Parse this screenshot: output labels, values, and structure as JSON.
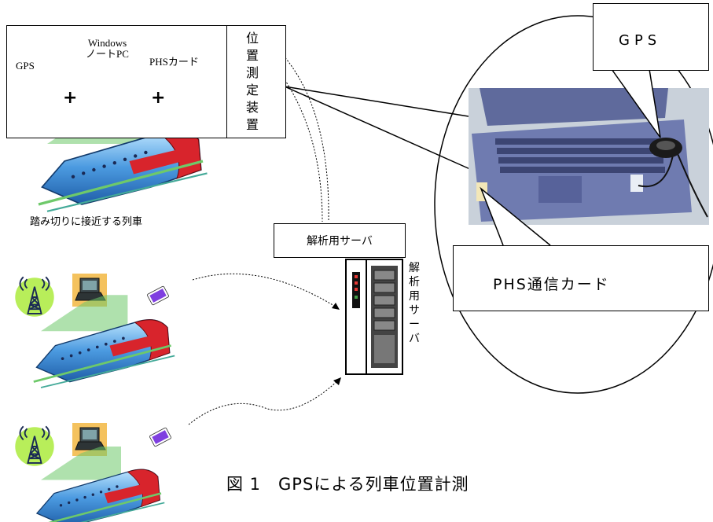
{
  "equipment_box": {
    "gps_label": "GPS",
    "windows_label_line1": "Windows",
    "windows_label_line2": "ノートPC",
    "phs_card_label": "PHSカード",
    "plus_1": "+",
    "plus_2": "+",
    "vertical_label_chars": [
      "位",
      "置",
      "測",
      "定",
      "装",
      "置"
    ]
  },
  "caption_crossing_train": "踏み切りに接近する列車",
  "server": {
    "label_box": "解析用サーバ",
    "vertical_label_chars": [
      "解",
      "析",
      "用",
      "サ",
      "ー",
      "バ"
    ]
  },
  "callouts": {
    "gps": "GPS",
    "phs_card": "PHS通信カード"
  },
  "figure_caption": "図 1　GPSによる列車位置計測",
  "colors": {
    "tower_glow": "#b8ee5a",
    "pc_backdrop": "#f4c25e",
    "card_purple": "#7f3fe0",
    "train_blue": "#3d8bd6",
    "train_red": "#d8242c",
    "track_green": "#6ec96a",
    "photo_bg": "#c9d1da",
    "laptop_body": "#5f6a9c"
  },
  "icons": [
    "antenna-tower-icon",
    "laptop-icon",
    "phs-card-icon",
    "train-icon",
    "server-rack-icon",
    "laptop-photo"
  ]
}
